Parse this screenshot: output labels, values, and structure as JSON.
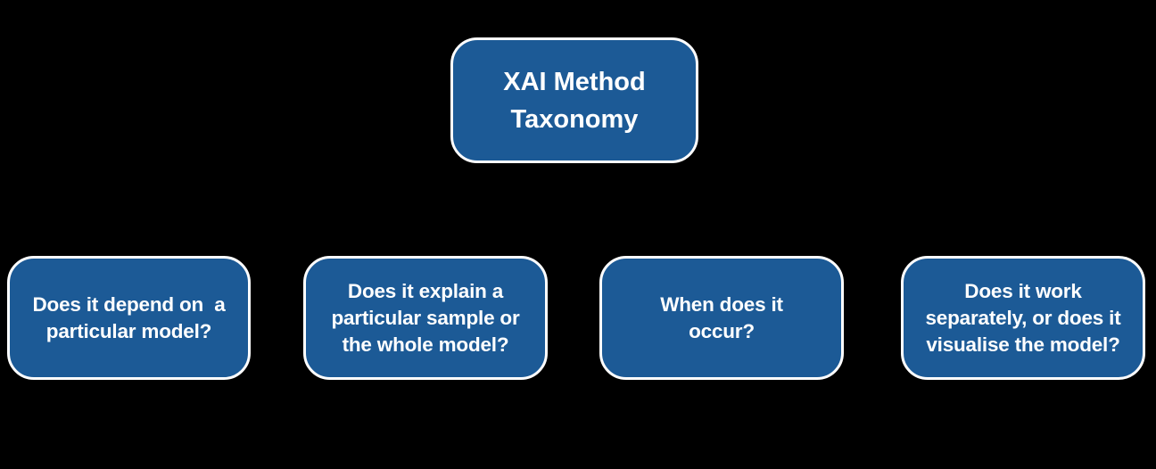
{
  "diagram": {
    "title": "XAI Method Taxonomy",
    "colors": {
      "background": "#000000",
      "node_fill": "#1C5A96",
      "node_border": "#FFFFFF",
      "node_text": "#FFFFFF"
    },
    "root": {
      "label": "XAI Method\nTaxonomy"
    },
    "children": [
      {
        "label": "Does it depend on  a\nparticular model?"
      },
      {
        "label": "Does it explain a\nparticular sample or\nthe whole model?"
      },
      {
        "label": "When does it\noccur?"
      },
      {
        "label": "Does it work\nseparately, or does it\nvisualise the model?"
      }
    ]
  }
}
